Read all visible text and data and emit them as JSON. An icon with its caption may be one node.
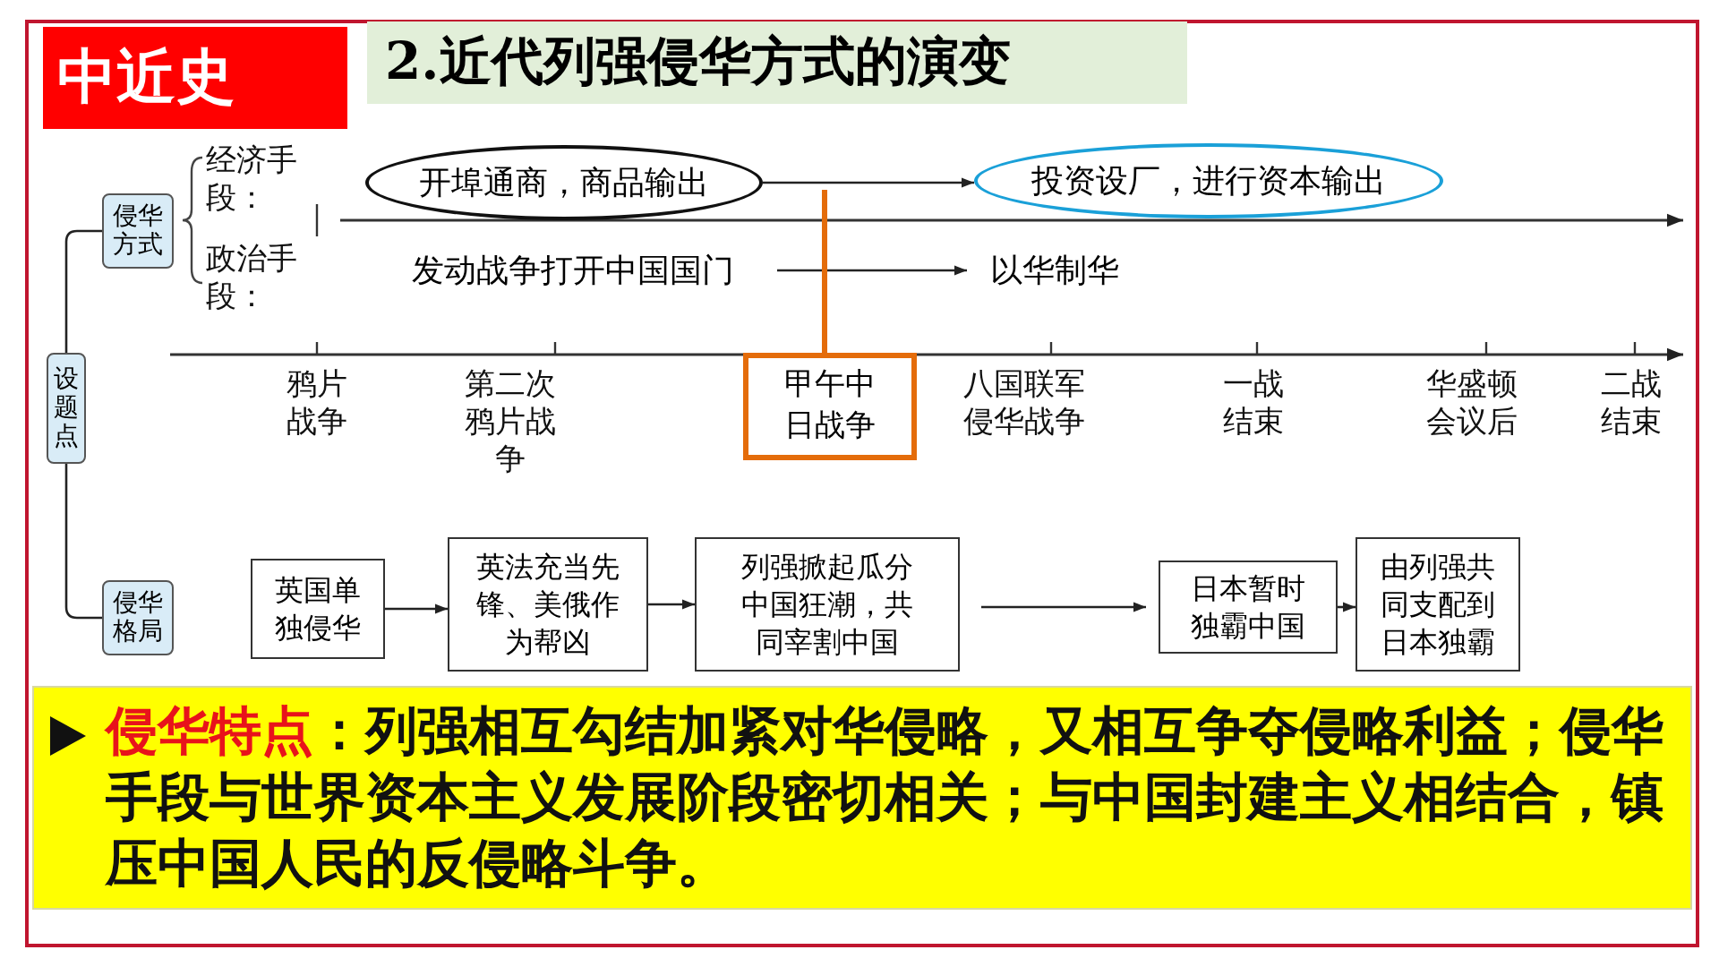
{
  "diagram": {
    "title": "2.近代列强侵华方式的演变",
    "nodes": [
      {
        "text": [
          "中近史"
        ]
      },
      {
        "text": [
          "设题点"
        ]
      },
      {
        "text": [
          "侵华方式"
        ]
      },
      {
        "text": [
          "侵华格局"
        ]
      },
      {
        "text": [
          "开埠通商，商品输出"
        ]
      },
      {
        "text": [
          "投资设厂，进行资本输出"
        ]
      },
      {
        "text": [
          "发动战争打开中国国门"
        ]
      },
      {
        "text": [
          "以华制华"
        ]
      },
      {
        "text": [
          "甲午中日战争"
        ]
      },
      {
        "text": [
          "英国单独侵华"
        ]
      },
      {
        "text": [
          "英法充当先锋、美俄作为帮凶"
        ]
      },
      {
        "text": [
          "列强掀起瓜分中国狂潮，共同宰割中国"
        ]
      },
      {
        "text": [
          "日本暂时独霸中国"
        ]
      },
      {
        "text": [
          "由列强共同支配到日本独霸"
        ]
      },
      {
        "text": [
          "侵华特点",
          "：列强相互勾结加紧对华侵略，又相互争夺侵略利益；侵华手段与世界资本主义发展阶段密切相关；与中国封建主义相结合，镇压中国人民的反侵略斗争。"
        ]
      }
    ],
    "edges": [
      {
        "from": 4,
        "to": 5,
        "arrow": "to"
      },
      {
        "from": 6,
        "to": 7,
        "arrow": "to"
      },
      {
        "from": 8,
        "to": null,
        "arrow": "none",
        "style": "thick",
        "color": "#e46c0a"
      },
      {
        "from": 1,
        "to": 2,
        "arrow": "none"
      },
      {
        "from": 1,
        "to": 3,
        "arrow": "none"
      },
      {
        "from": 9,
        "to": 10,
        "arrow": "to"
      },
      {
        "from": 10,
        "to": 11,
        "arrow": "to"
      },
      {
        "from": 11,
        "to": 12,
        "arrow": "to"
      },
      {
        "from": 12,
        "to": 13,
        "arrow": "to"
      }
    ],
    "labels": [
      "经济手段：",
      "政治手段：",
      "鸦片战争",
      "第二次鸦片战争",
      "八国联军侵华战争",
      "一战结束",
      "华盛顿会议后",
      "二战结束"
    ]
  }
}
